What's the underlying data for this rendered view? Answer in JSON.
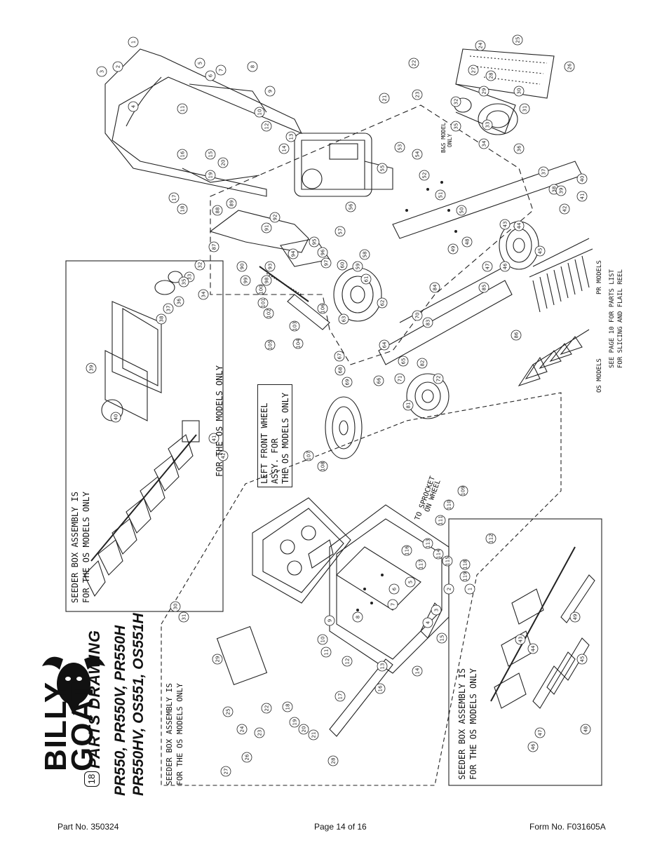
{
  "brand": {
    "line1": "BILLY",
    "line2": "GOAT"
  },
  "header": {
    "page_number": "18",
    "title": "PARTS DRAWING",
    "models_line1": "PR550, PR550V, PR550H",
    "models_line2": "PR550HV, OS551, OS551H"
  },
  "notes": {
    "seeder_top": [
      "SEEDER BOX ASSEMBLY IS",
      "FOR THE OS MODELS ONLY"
    ],
    "for_os_only": "FOR THE OS MODELS ONLY",
    "left_front_wheel": [
      "LEFT FRONT WHEEL",
      "ASSY. FOR",
      "THE OS MODELS ONLY"
    ],
    "seeder_mid": [
      "SEEDER BOX ASSEMBLY IS",
      "FOR THE OS MODELS ONLY"
    ],
    "seeder_bottom": [
      "SEEDER BOX ASSEMBLY IS",
      "FOR THE OS MODELS ONLY"
    ],
    "os_models": "OS MODELS",
    "pr_models": "PR MODELS",
    "see_page": [
      "SEE PAGE 10 FOR PARTS LIST",
      "FOR SLICING AND FLAIL REEL"
    ],
    "to_sprocket": [
      "TO SPROCKET",
      "ON WHEEL"
    ],
    "bs_model": [
      "B&S MODEL",
      "ONLY"
    ]
  },
  "callouts": [
    "1",
    "2",
    "3",
    "4",
    "5",
    "6",
    "7",
    "8",
    "9",
    "10",
    "11",
    "12",
    "13",
    "14",
    "15",
    "16",
    "17",
    "18",
    "19",
    "20",
    "21",
    "22",
    "23",
    "24",
    "25",
    "26",
    "27",
    "28",
    "29",
    "30",
    "31",
    "32",
    "33",
    "34",
    "35",
    "36",
    "37",
    "38",
    "39",
    "40",
    "41",
    "42",
    "43",
    "44",
    "45",
    "46",
    "47",
    "48",
    "49",
    "50",
    "51",
    "52",
    "53",
    "54",
    "55",
    "56",
    "57",
    "58",
    "59",
    "60",
    "61",
    "62",
    "63",
    "64",
    "65",
    "66",
    "67",
    "68",
    "69",
    "70",
    "71",
    "72",
    "81",
    "82",
    "83",
    "84",
    "85",
    "86",
    "87",
    "88",
    "89",
    "90",
    "91",
    "92",
    "93",
    "94",
    "95",
    "96",
    "97",
    "98",
    "99",
    "100",
    "101",
    "102",
    "103",
    "104",
    "105",
    "106",
    "107",
    "108",
    "109",
    "110",
    "111",
    "112",
    "113",
    "114",
    "115",
    "116",
    "117",
    "118",
    "119"
  ],
  "footer": {
    "part_no": "Part No. 350324",
    "page": "Page 14 of 16",
    "form_no": "Form No. F031605A"
  }
}
